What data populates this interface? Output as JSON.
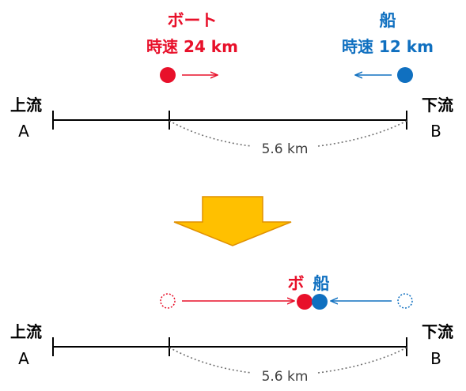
{
  "before": {
    "boat": {
      "name": "ボート",
      "speed": "時速 24 km",
      "color": "#e8102a"
    },
    "ship": {
      "name": "船",
      "speed": "時速 12 km",
      "color": "#1070c0"
    },
    "upstream": {
      "label": "上流",
      "point": "A"
    },
    "downstream": {
      "label": "下流",
      "point": "B"
    },
    "distance": "5.6 km"
  },
  "after": {
    "boat_label": "ボ",
    "ship_label": "船",
    "upstream": {
      "label": "上流",
      "point": "A"
    },
    "downstream": {
      "label": "下流",
      "point": "B"
    },
    "distance": "5.6 km"
  },
  "arrow": {
    "fill": "#ffc000",
    "stroke": "#e09000"
  }
}
